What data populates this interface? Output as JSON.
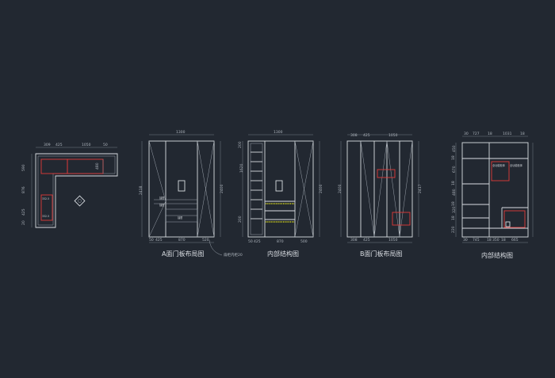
{
  "captions": {
    "a_layout": "A面门板布局图",
    "a_interior": "内部结构图",
    "b_layout": "B面门板布局图",
    "b_interior": "内部结构图",
    "note": "扇柜内柜20"
  },
  "plan": {
    "top_dims": [
      "309",
      "425",
      "1050",
      "50"
    ],
    "left_dims": [
      "590",
      "876",
      "425",
      "20"
    ],
    "right_dim": "480",
    "inner_labels": [
      "332.5",
      "332.5"
    ]
  },
  "a_layout": {
    "top_dim": "1300",
    "left_dim": "2418",
    "right_dim": "2400",
    "bottom_dims": [
      "50",
      "425",
      "870",
      "520"
    ],
    "labels": [
      "抽屉",
      "抽屉",
      "抽屉"
    ]
  },
  "a_interior": {
    "top_dim": "1300",
    "left_dims": [
      "200",
      "1620",
      "200"
    ],
    "right_dim": "2400",
    "bottom_dims": [
      "50",
      "425",
      "870",
      "500"
    ]
  },
  "b_layout": {
    "top_dims": [
      "308",
      "425",
      "1050"
    ],
    "left_dim": "2400",
    "right_dim": "2417",
    "bottom_dims": [
      "308",
      "425",
      "1050"
    ]
  },
  "b_interior": {
    "top_dims": [
      "30",
      "727",
      "18",
      "1031",
      "18"
    ],
    "left_dims": [
      "450",
      "18",
      "670",
      "18",
      "480",
      "18",
      "320",
      "18",
      "220"
    ],
    "bottom_dims": [
      "30",
      "745",
      "18",
      "350",
      "18",
      "665"
    ],
    "labels": [
      "全功能柜体",
      "全功能柜体"
    ]
  }
}
